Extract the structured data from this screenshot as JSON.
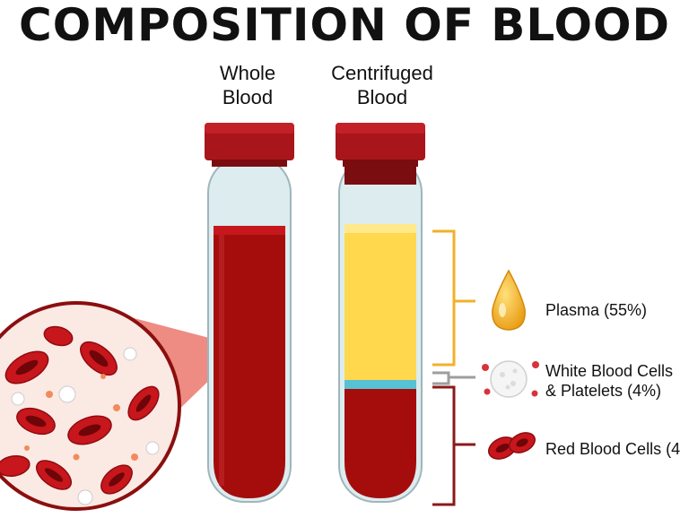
{
  "title": "COMPOSITION OF BLOOD",
  "tubes": [
    {
      "label_line1": "Whole",
      "label_line2": "Blood"
    },
    {
      "label_line1": "Centrifuged",
      "label_line2": "Blood"
    }
  ],
  "legend": {
    "plasma": {
      "label": "Plasma (55%)",
      "color": "#f2b02a"
    },
    "white_cells": {
      "label_line1": "White Blood Cells",
      "label_line2": "& Platelets (4%)",
      "color": "#9e9e9e"
    },
    "red_cells": {
      "label": "Red Blood Cells (4",
      "color": "#8b1a1a"
    }
  },
  "colors": {
    "blood": "#a50d0d",
    "plasma": "#ffd84d",
    "buffy_coat": "#56c2d4",
    "cap": "#a8161c"
  }
}
